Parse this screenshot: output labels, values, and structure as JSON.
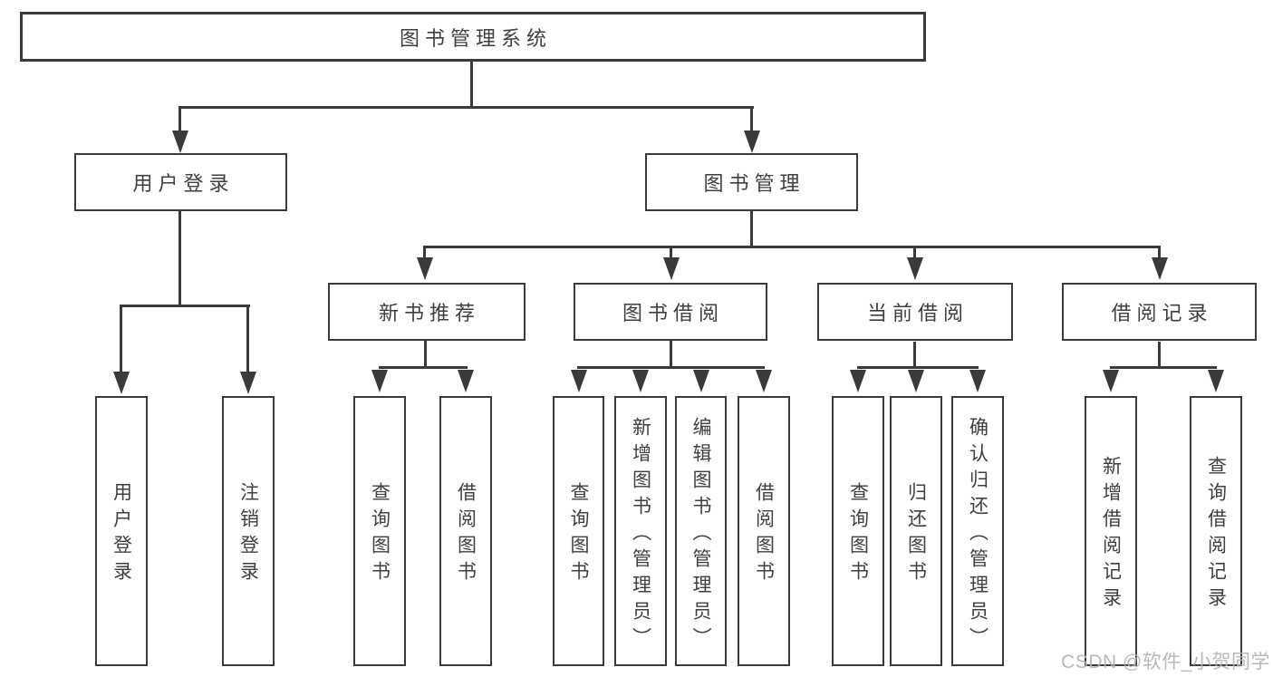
{
  "tree": {
    "root": {
      "label": "图书管理系统"
    },
    "branches": [
      {
        "label": "用户登录",
        "children": [
          {
            "label": "用户登录"
          },
          {
            "label": "注销登录"
          }
        ]
      },
      {
        "label": "图书管理",
        "groups": [
          {
            "label": "新书推荐",
            "children": [
              {
                "label": "查询图书"
              },
              {
                "label": "借阅图书"
              }
            ]
          },
          {
            "label": "图书借阅",
            "children": [
              {
                "label": "查询图书"
              },
              {
                "label": "新增图书（管理员）"
              },
              {
                "label": "编辑图书（管理员）"
              },
              {
                "label": "借阅图书"
              }
            ]
          },
          {
            "label": "当前借阅",
            "children": [
              {
                "label": "查询图书"
              },
              {
                "label": "归还图书"
              },
              {
                "label": "确认归还（管理员）"
              }
            ]
          },
          {
            "label": "借阅记录",
            "children": [
              {
                "label": "新增借阅记录"
              },
              {
                "label": "查询借阅记录"
              }
            ]
          }
        ]
      }
    ]
  },
  "watermark": {
    "text": "CSDN @软件_小贺同学"
  },
  "colors": {
    "line": "#3a3a3a",
    "text": "#3f3f3f",
    "watermark": "#b3b3b3",
    "background": "#ffffff"
  }
}
